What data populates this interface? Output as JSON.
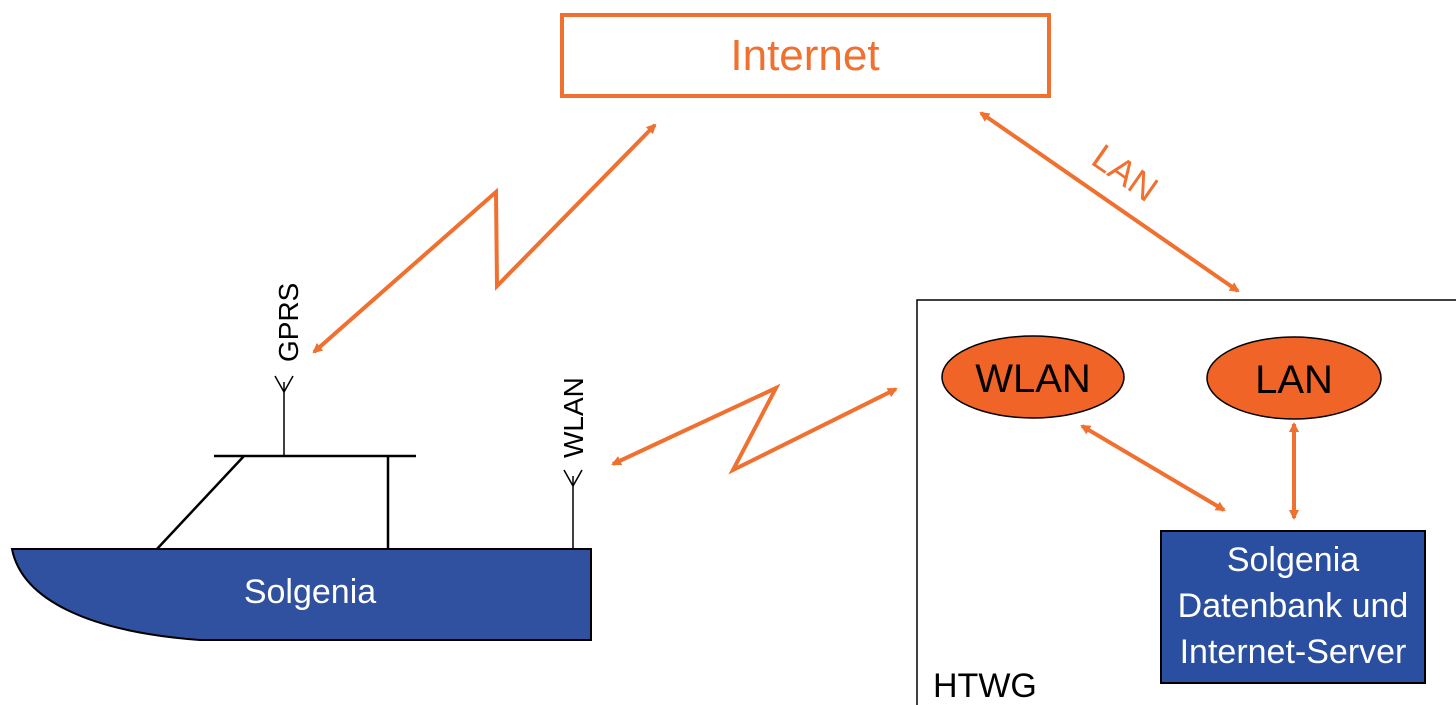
{
  "nodes": {
    "internet": {
      "label": "Internet"
    },
    "boat": {
      "label": "Solgenia"
    },
    "htwg": {
      "label": "HTWG"
    },
    "wlan_ellipse": {
      "label": "WLAN"
    },
    "lan_ellipse": {
      "label": "LAN"
    },
    "server": {
      "line1": "Solgenia",
      "line2": "Datenbank und",
      "line3": "Internet-Server"
    }
  },
  "antennas": {
    "gprs": {
      "label": "GPRS"
    },
    "wlan": {
      "label": "WLAN"
    }
  },
  "edges": {
    "internet_htwg": {
      "label": "LAN"
    }
  },
  "colors": {
    "accent": "#f07030",
    "ellipse_fill": "#f06428",
    "boat_fill": "#3050a0",
    "server_fill": "#2a4ea0",
    "outline": "#000000"
  }
}
